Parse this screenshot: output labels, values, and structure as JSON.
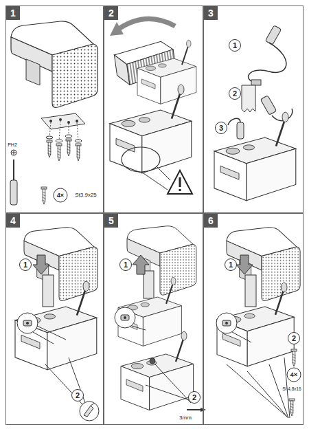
{
  "diagram": {
    "nodes": [
      {
        "text": [
          "1"
        ]
      },
      {
        "text": [
          "2"
        ]
      },
      {
        "text": [
          "3"
        ]
      },
      {
        "text": [
          "4"
        ]
      },
      {
        "text": [
          "5"
        ]
      },
      {
        "text": [
          "6"
        ]
      }
    ],
    "labels": [
      "PH2",
      "4×",
      "St3.9x25",
      "1",
      "2",
      "3",
      "1",
      "2",
      "1",
      "2",
      "3mm",
      "1",
      "2",
      "4×",
      "St 4,8x16"
    ]
  }
}
